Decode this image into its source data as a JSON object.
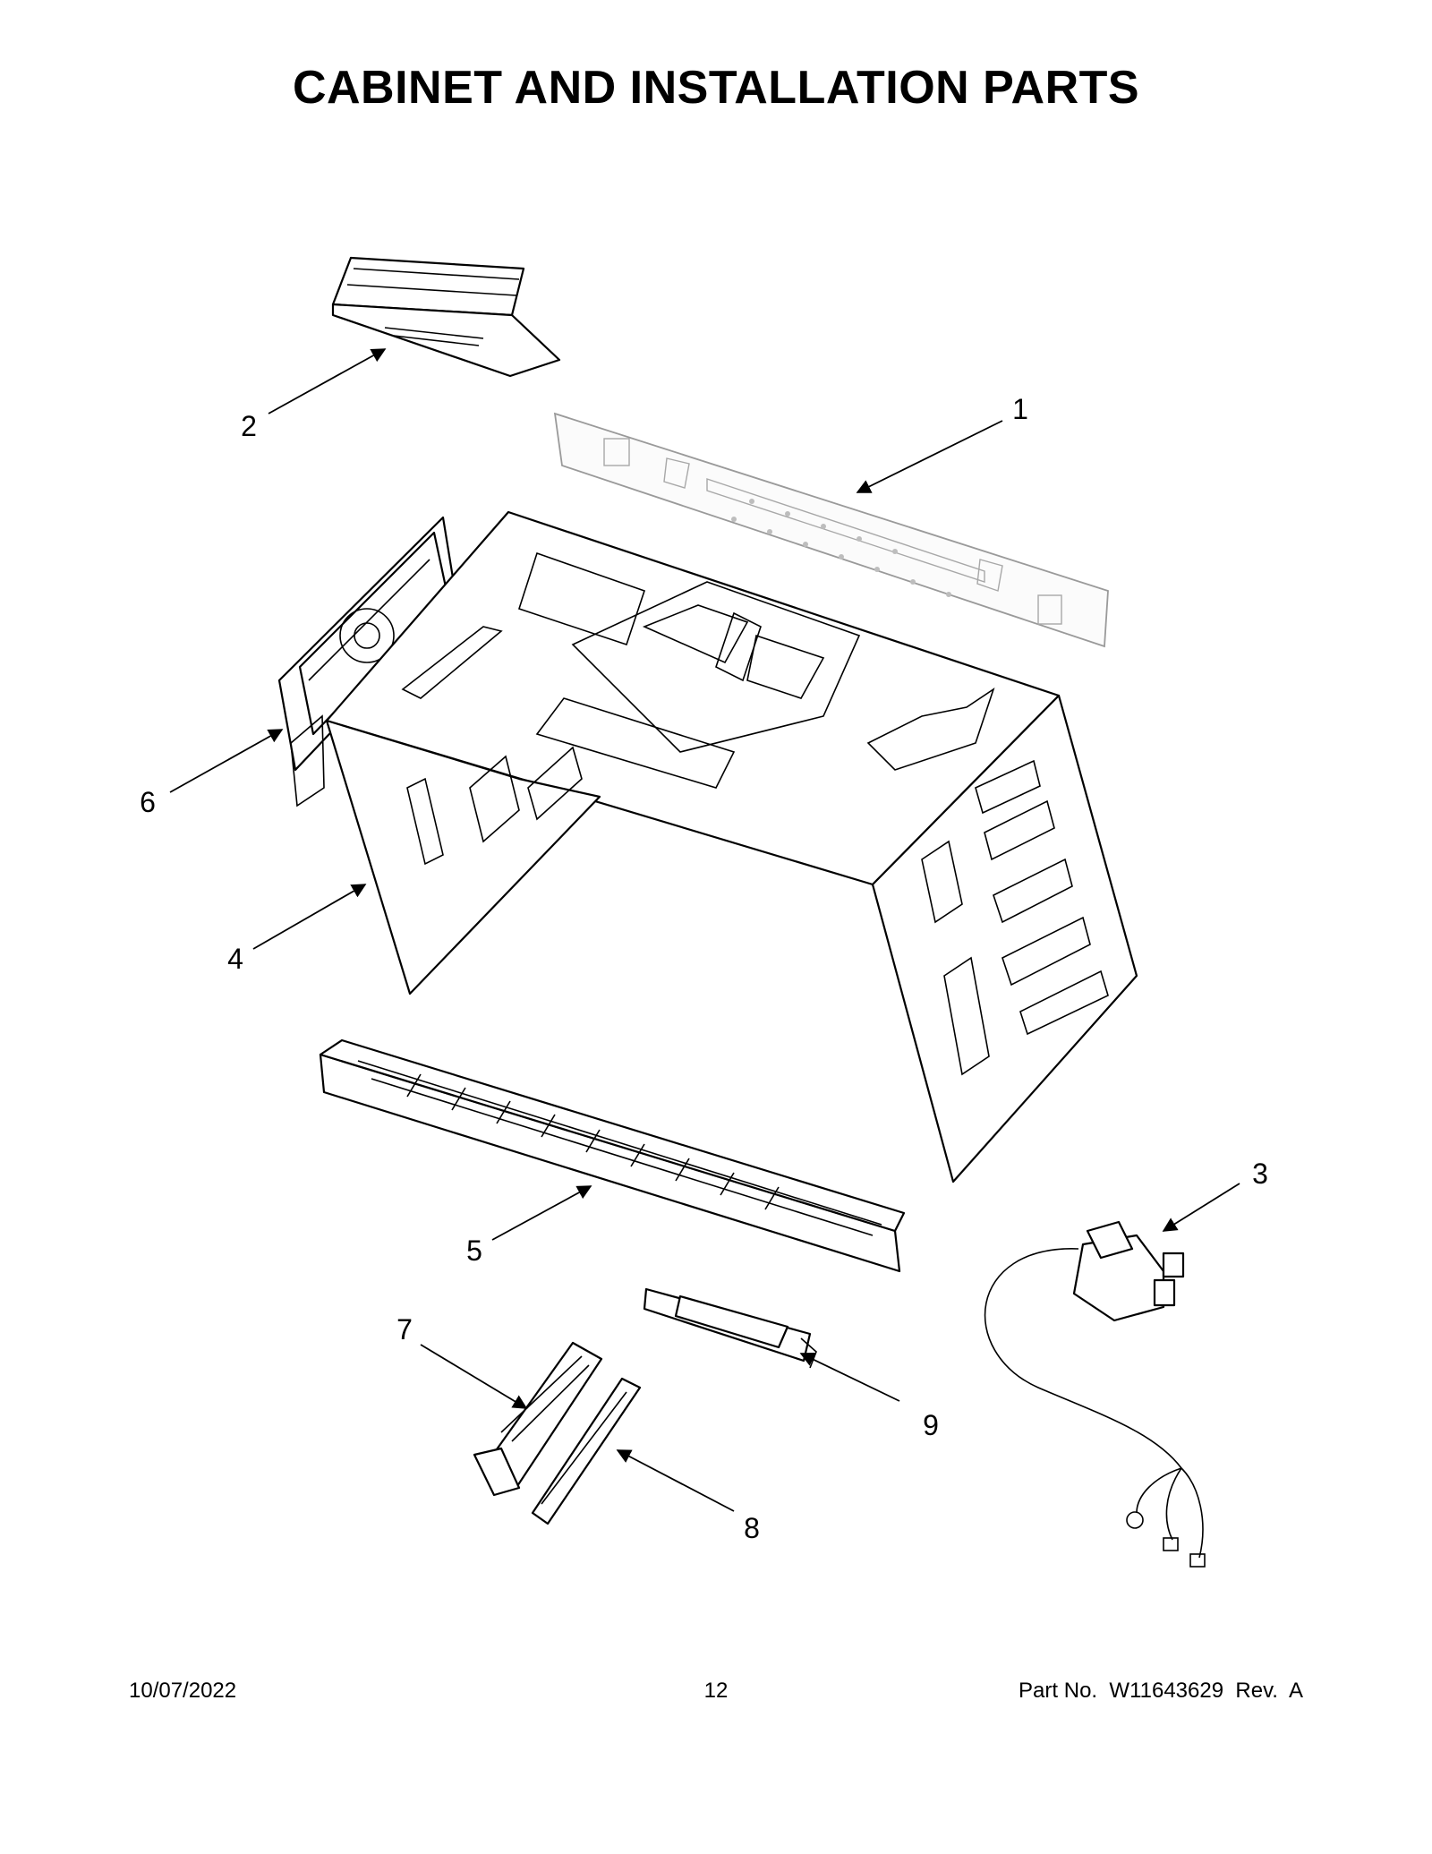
{
  "title": "CABINET AND INSTALLATION PARTS",
  "callouts": [
    "1",
    "2",
    "3",
    "4",
    "5",
    "6",
    "7",
    "8",
    "9"
  ],
  "footer": {
    "date": "10/07/2022",
    "page": "12",
    "part_number": "Part No.  W11643629  Rev.  A"
  }
}
